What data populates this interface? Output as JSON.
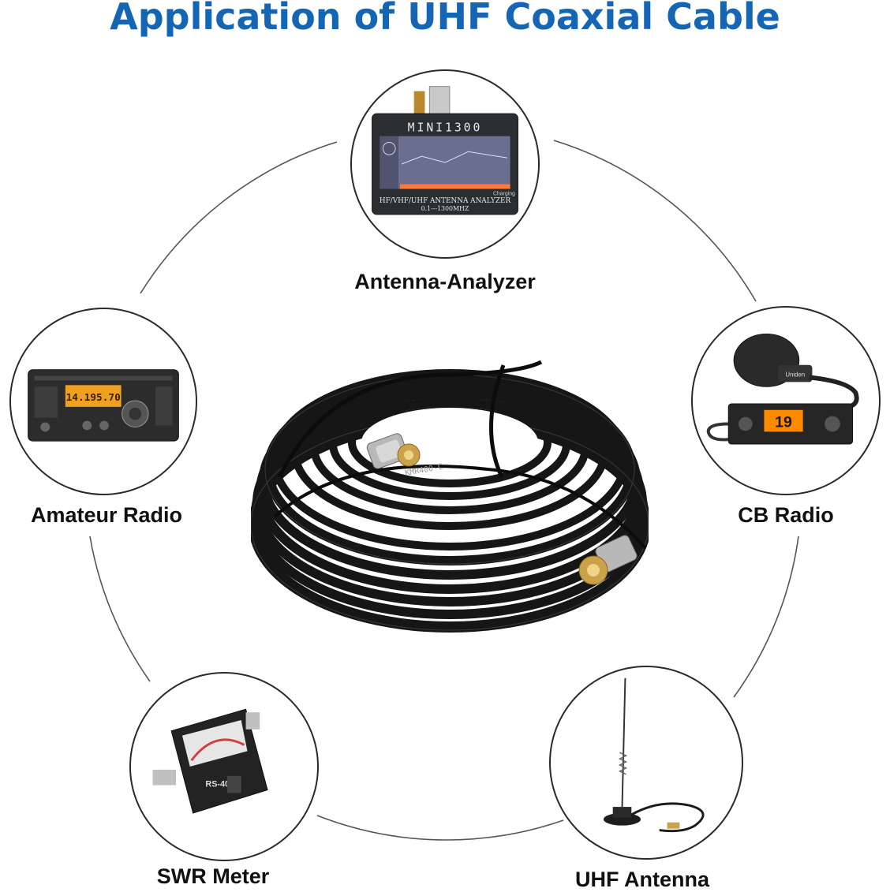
{
  "title": "Application of UHF Coaxial Cable",
  "devices": {
    "antenna_analyzer": {
      "label": "Antenna-Analyzer",
      "brand_text": "MINI1300",
      "caption_line1": "HF/VHF/UHF ANTENNA ANALYZER",
      "caption_line2": "0.1---1300MHZ",
      "status_text": "Charging"
    },
    "amateur_radio": {
      "label": "Amateur Radio",
      "display_text": "14.195.70"
    },
    "cb_radio": {
      "label": "CB Radio",
      "brand_text": "Uniden",
      "display_text": "19"
    },
    "swr_meter": {
      "label": "SWR Meter",
      "model_text": "RS-40"
    },
    "uhf_antenna": {
      "label": "UHF Antenna"
    }
  },
  "cable": {
    "print_text": "KMR400-C"
  },
  "colors": {
    "title_blue": "#1565b5",
    "cable_black": "#1b1b1b",
    "connector_gold": "#c9a24a",
    "radio_display_amber": "#f0a020"
  }
}
